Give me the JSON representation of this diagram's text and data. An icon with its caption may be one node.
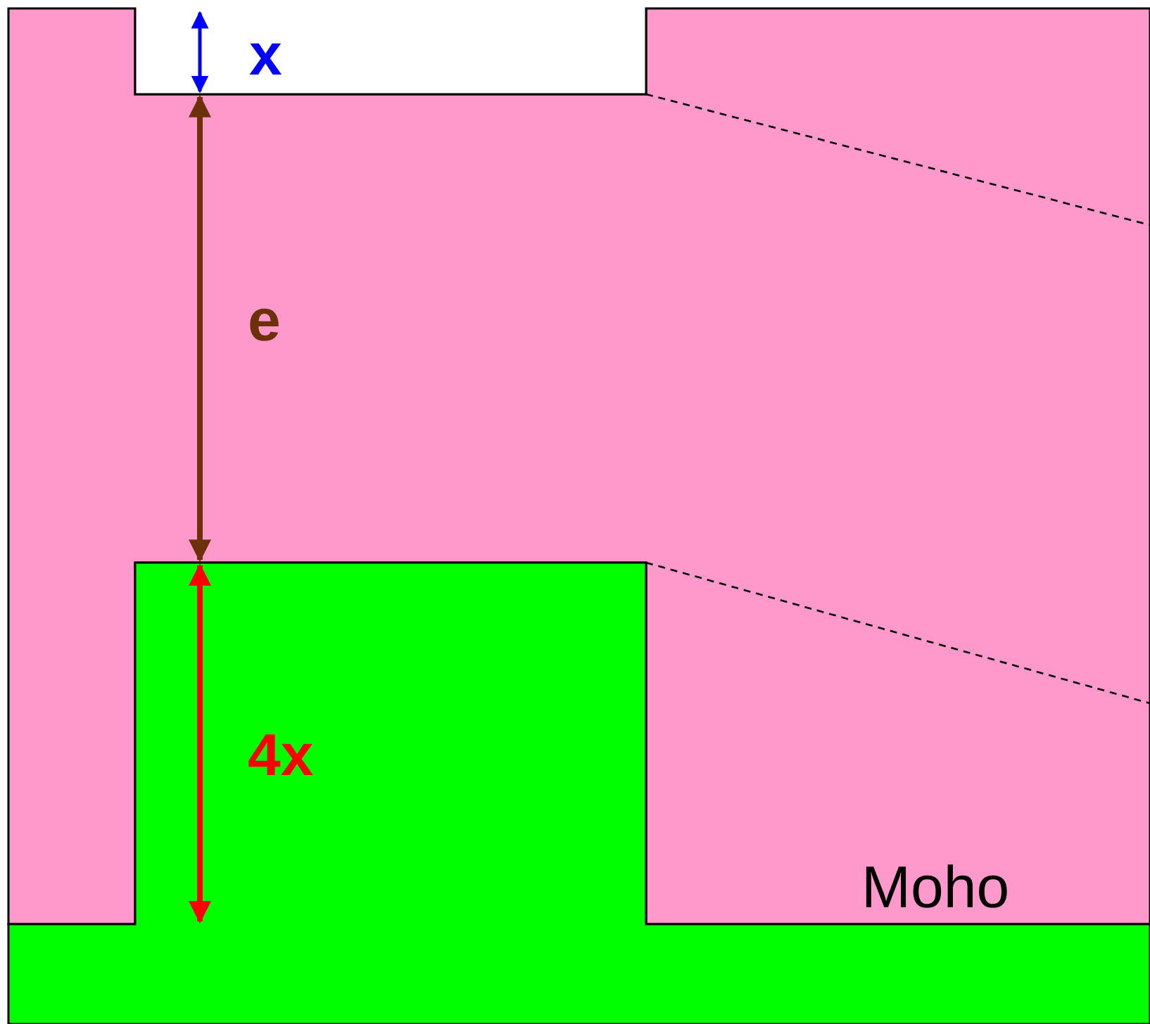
{
  "diagram": {
    "labels": [
      "x",
      "e",
      "4x",
      "Moho"
    ]
  }
}
